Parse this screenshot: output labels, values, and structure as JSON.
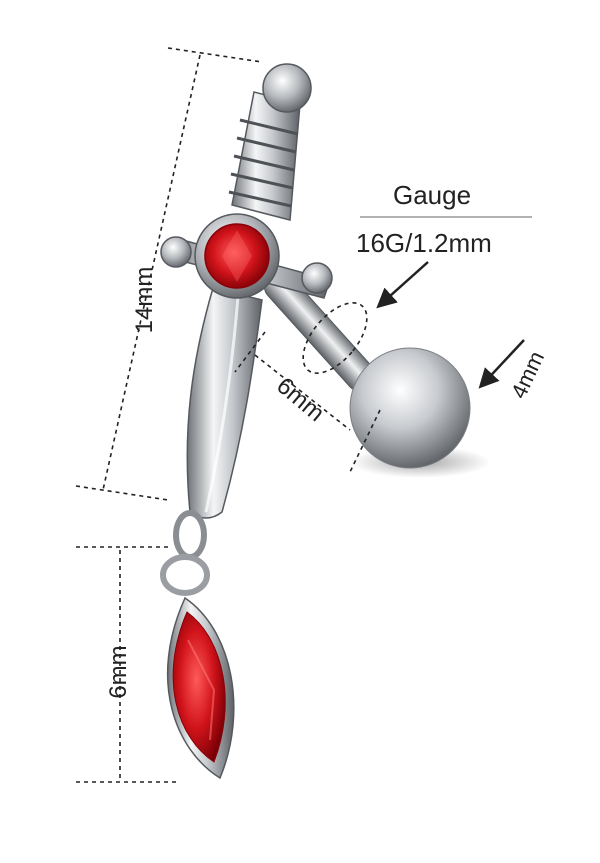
{
  "gauge": {
    "title": "Gauge",
    "value": "16G/1.2mm"
  },
  "dimensions": {
    "dagger_length": "14mm",
    "charm_length": "6mm",
    "bar_length": "6mm",
    "ball_size": "4mm"
  },
  "colors": {
    "metal": "#b9bcc1",
    "gem": "#d0131a",
    "line": "#222222"
  }
}
